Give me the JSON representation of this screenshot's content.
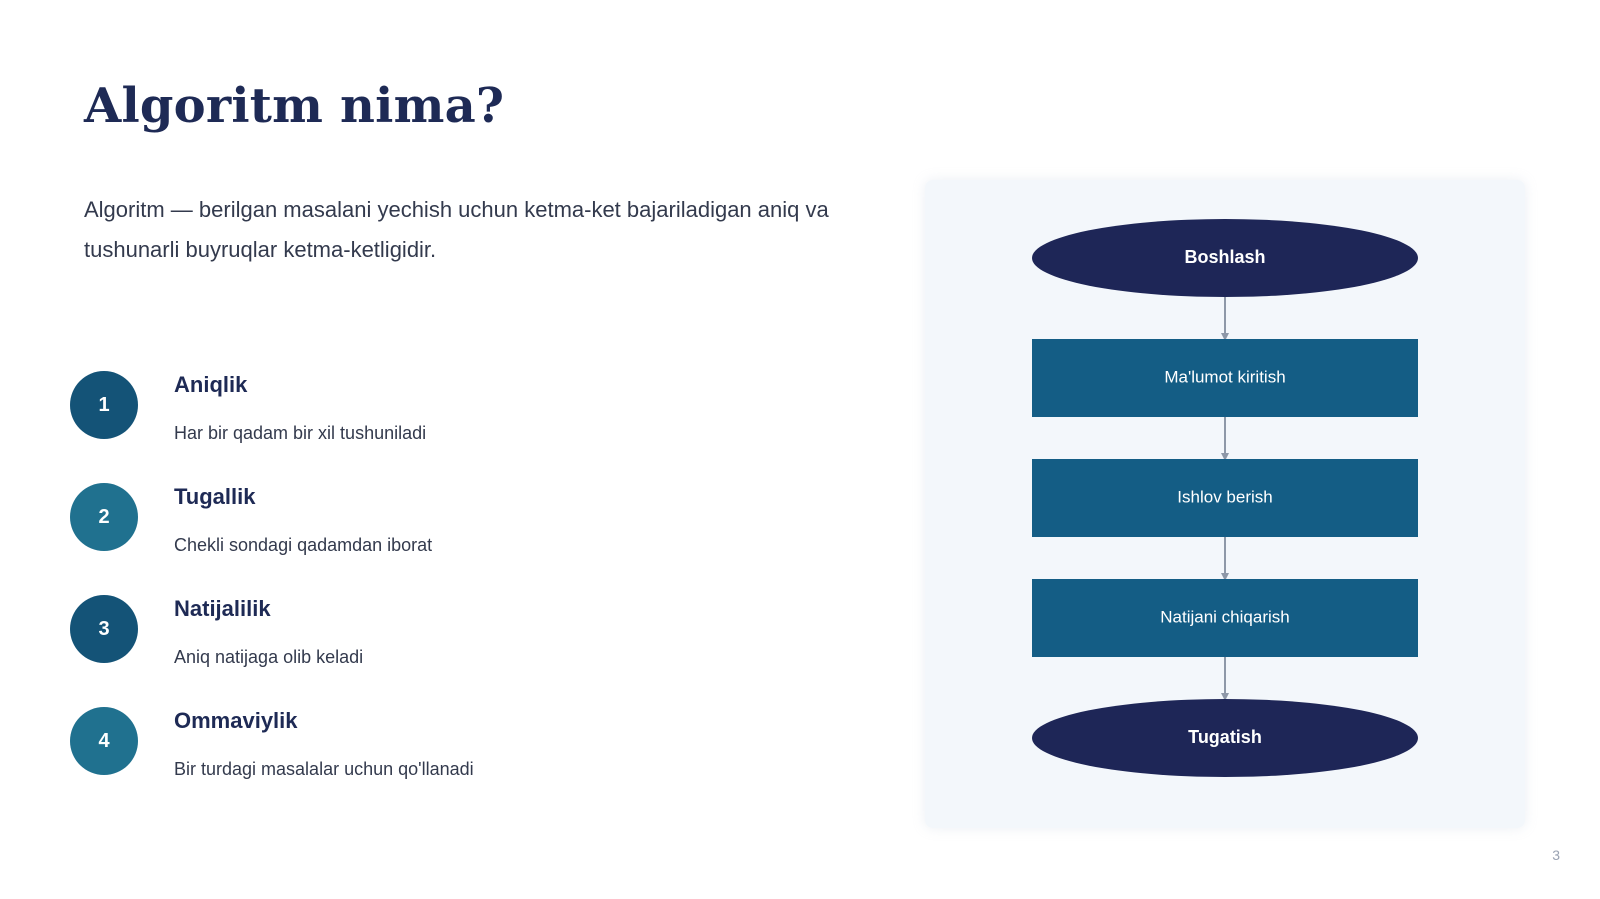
{
  "slide": {
    "title": "Algoritm nima?",
    "intro": "Algoritm — berilgan masalani yechish uchun ketma-ket bajariladigan aniq va tushunarli buyruqlar ketma-ketligidir.",
    "page_number": "3"
  },
  "features": [
    {
      "number": "1",
      "title": "Aniqlik",
      "description": "Har bir qadam bir xil tushuniladi",
      "color": "#145377"
    },
    {
      "number": "2",
      "title": "Tugallik",
      "description": "Chekli sondagi qadamdan iborat",
      "color": "#20718f"
    },
    {
      "number": "3",
      "title": "Natijalilik",
      "description": "Aniq natijaga olib keladi",
      "color": "#145377"
    },
    {
      "number": "4",
      "title": "Ommaviylik",
      "description": "Bir turdagi masalalar uchun qo'llanadi",
      "color": "#20718f"
    }
  ],
  "flowchart": {
    "terminal_color": "#1e2657",
    "process_color": "#145d85",
    "arrow_color": "#8e98a8",
    "steps": [
      {
        "label": "Boshlash",
        "shape": "ellipse"
      },
      {
        "label": "Ma'lumot kiritish",
        "shape": "rect"
      },
      {
        "label": "Ishlov berish",
        "shape": "rect"
      },
      {
        "label": "Natijani chiqarish",
        "shape": "rect"
      },
      {
        "label": "Tugatish",
        "shape": "ellipse"
      }
    ]
  },
  "colors": {
    "title": "#1e2a55",
    "body_text": "#333a4d",
    "panel_background": "#f3f7fb"
  }
}
